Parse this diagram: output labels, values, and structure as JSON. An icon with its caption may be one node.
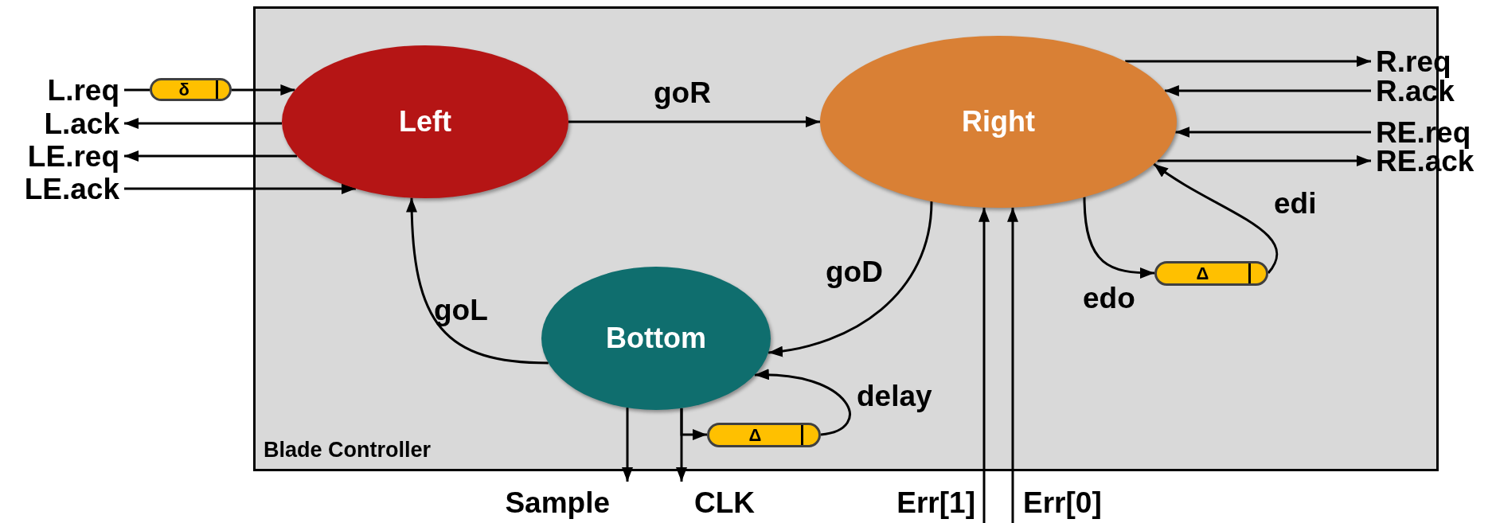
{
  "diagram": {
    "nodes": [
      {
        "text": [
          "Blade Controller"
        ]
      },
      {
        "text": [
          "Left"
        ],
        "in": 0
      },
      {
        "text": [
          "Right"
        ],
        "in": 0
      },
      {
        "text": [
          "Δ"
        ],
        "in": 0
      },
      {
        "text": [
          "Bottom"
        ],
        "in": 0
      },
      {
        "text": [
          "Δ"
        ],
        "in": 0
      },
      {
        "text": [
          "L.req"
        ]
      },
      {
        "text": [
          "δ"
        ]
      },
      {
        "text": [
          "L.ack"
        ]
      },
      {
        "text": [
          "LE.req"
        ]
      },
      {
        "text": [
          "LE.ack"
        ]
      },
      {
        "text": [
          "R.req"
        ]
      },
      {
        "text": [
          "R.ack"
        ]
      },
      {
        "text": [
          "RE.req"
        ]
      },
      {
        "text": [
          "RE.ack"
        ]
      },
      {
        "text": [
          "Sample"
        ]
      },
      {
        "text": [
          "CLK"
        ]
      },
      {
        "text": [
          "Err[1]"
        ]
      },
      {
        "text": [
          "Err[0]"
        ]
      }
    ],
    "edges": [
      {
        "from": 6,
        "to": 7,
        "arrow": "none"
      },
      {
        "from": 7,
        "to": 1,
        "arrow": "to"
      },
      {
        "from": 1,
        "to": 8,
        "arrow": "to"
      },
      {
        "from": 1,
        "to": 9,
        "arrow": "to"
      },
      {
        "from": 10,
        "to": 1,
        "arrow": "to"
      },
      {
        "from": 1,
        "to": 2,
        "arrow": "to",
        "label": "goR"
      },
      {
        "from": 2,
        "to": 11,
        "arrow": "to"
      },
      {
        "from": 12,
        "to": 2,
        "arrow": "to"
      },
      {
        "from": 13,
        "to": 2,
        "arrow": "to"
      },
      {
        "from": 2,
        "to": 14,
        "arrow": "to"
      },
      {
        "from": 2,
        "to": 4,
        "arrow": "to",
        "label": "goD"
      },
      {
        "from": 4,
        "to": 1,
        "arrow": "to",
        "label": "goL"
      },
      {
        "from": 2,
        "to": 3,
        "arrow": "to",
        "label": "edo"
      },
      {
        "from": 3,
        "to": 2,
        "arrow": "to",
        "label": "edi"
      },
      {
        "from": 4,
        "to": 15,
        "arrow": "to"
      },
      {
        "from": 4,
        "to": 16,
        "arrow": "to"
      },
      {
        "from": 4,
        "to": 5,
        "arrow": "to"
      },
      {
        "from": 5,
        "to": 4,
        "arrow": "to",
        "label": "delay"
      },
      {
        "from": 17,
        "to": 2,
        "arrow": "to"
      },
      {
        "from": 18,
        "to": 2,
        "arrow": "to"
      }
    ]
  }
}
